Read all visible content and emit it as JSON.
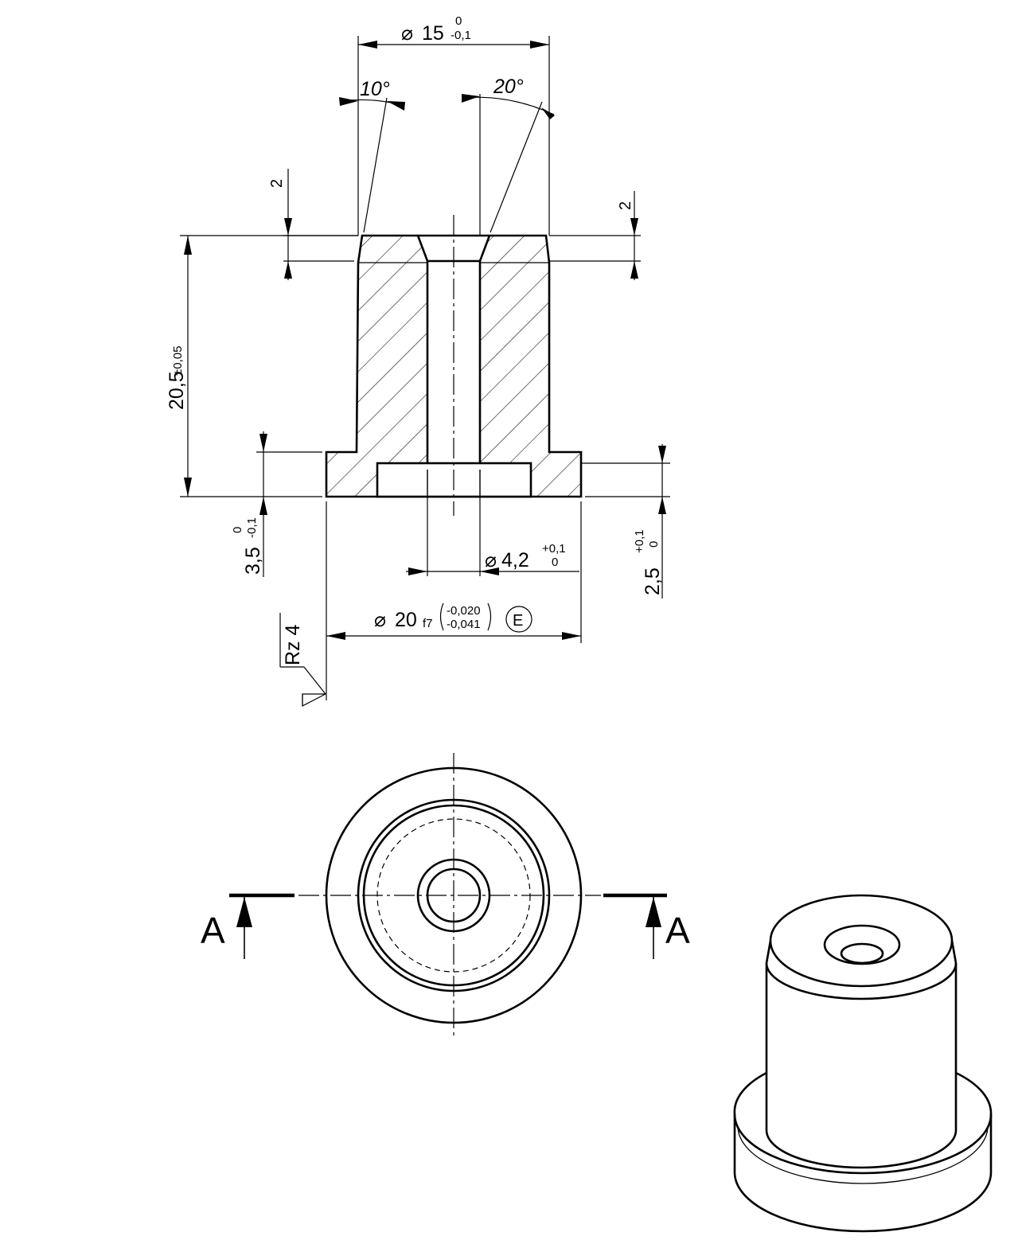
{
  "dimensions": {
    "dia15": {
      "main": "15",
      "upper": "0",
      "lower": "-0,1"
    },
    "angle10": "10°",
    "angle20": "20°",
    "chamfer_left": "2",
    "chamfer_right": "2",
    "height": {
      "main": "20,5",
      "tol": "±0,05"
    },
    "flange": {
      "main": "3,5",
      "upper": "0",
      "lower": "-0,1"
    },
    "dia4": {
      "main": "4,2",
      "upper": "+0,1",
      "lower": "0"
    },
    "recess": {
      "main": "2,5",
      "upper": "+0,1",
      "lower": "0"
    },
    "dia20": {
      "main": "20",
      "fit": "f7",
      "upper": "-0,020",
      "lower": "-0,041",
      "envelope": "E"
    },
    "roughness": "Rz 4"
  },
  "section": {
    "left": "A",
    "right": "A"
  },
  "symbols": {
    "diameter": "⌀"
  }
}
